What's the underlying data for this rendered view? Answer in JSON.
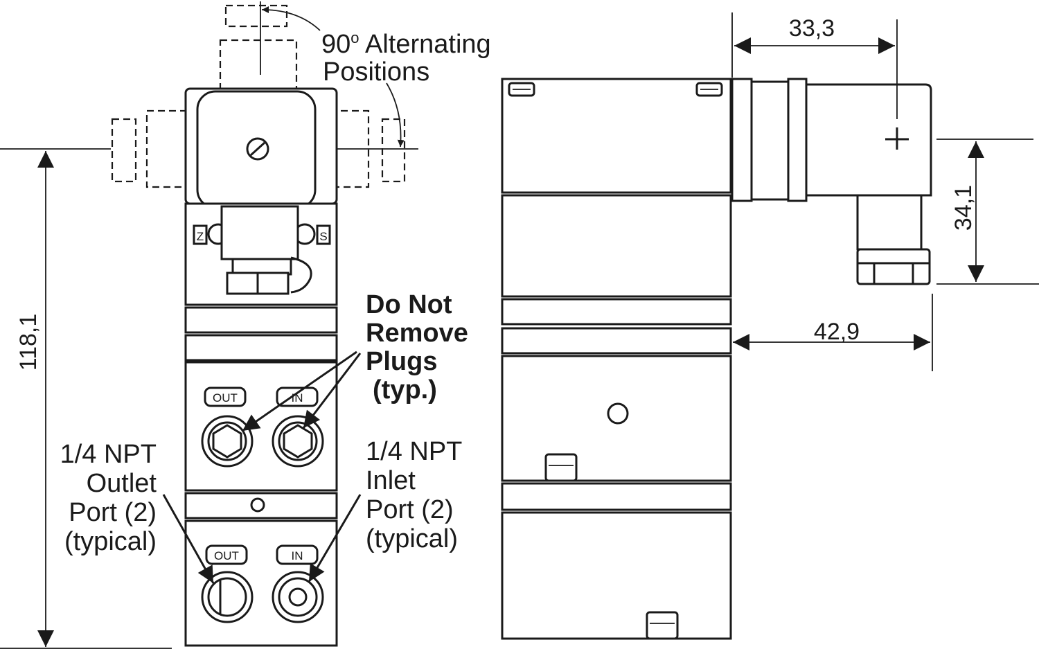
{
  "diagram": {
    "dimensions": {
      "overall_height": "118,1",
      "connector_length": "33,3",
      "connector_height": "34,1",
      "body_depth": "42,9"
    },
    "callouts": {
      "rotation": {
        "line1": "90",
        "superscript": "o",
        "line1_rest": " Alternating",
        "line2": "Positions"
      },
      "plugs": [
        "Do Not",
        "Remove",
        "Plugs",
        "(typ.)"
      ],
      "outlet": [
        "1/4 NPT",
        "Outlet",
        "Port (2)",
        "(typical)"
      ],
      "inlet": [
        "1/4 NPT",
        "Inlet",
        "Port (2)",
        "(typical)"
      ]
    },
    "port_tags": {
      "out": "OUT",
      "in": "IN"
    },
    "adjust_marks": {
      "zero": "Z",
      "span": "S"
    }
  }
}
